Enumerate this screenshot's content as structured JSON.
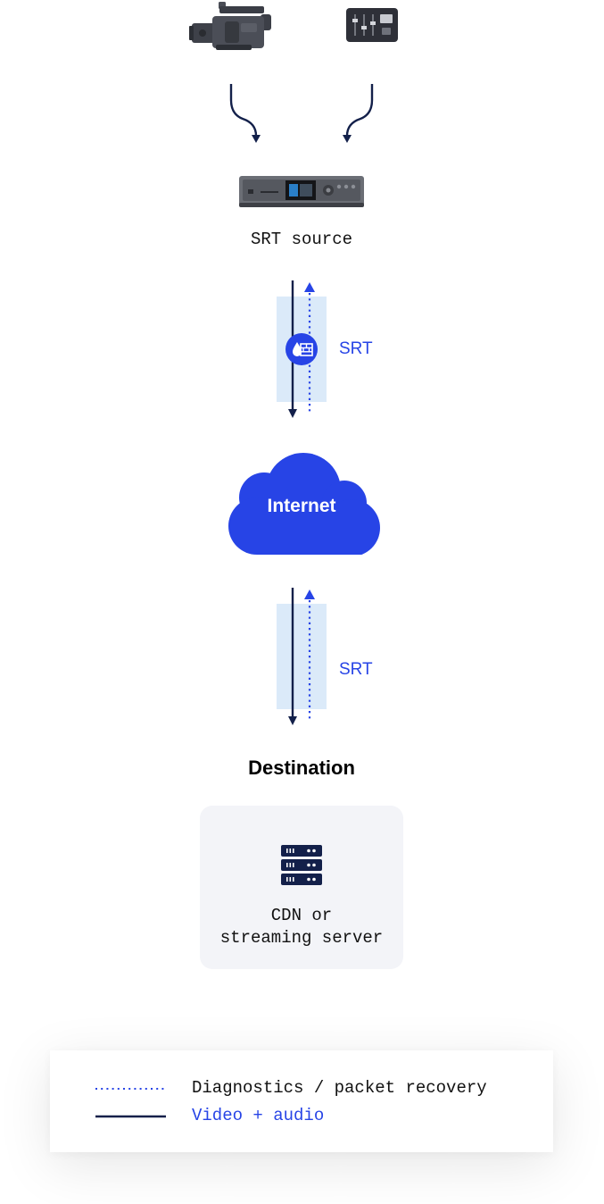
{
  "sources": {
    "camera_icon": "video-camera-icon",
    "mixer_icon": "audio-mixer-icon"
  },
  "encoder": {
    "label": "SRT source",
    "icon": "encoder-device-icon"
  },
  "link_top": {
    "label": "SRT",
    "firewall_icon": "firewall-icon"
  },
  "cloud": {
    "label": "Internet"
  },
  "link_bottom": {
    "label": "SRT"
  },
  "destination": {
    "title": "Destination",
    "icon": "server-rack-icon",
    "line1": "CDN or",
    "line2": "streaming server"
  },
  "legend": {
    "dotted": "Diagnostics / packet recovery",
    "solid": "Video + audio"
  },
  "colors": {
    "navy": "#13204a",
    "accent_blue": "#2744e6",
    "band": "#dbeaf9",
    "card": "#f3f4f8"
  }
}
